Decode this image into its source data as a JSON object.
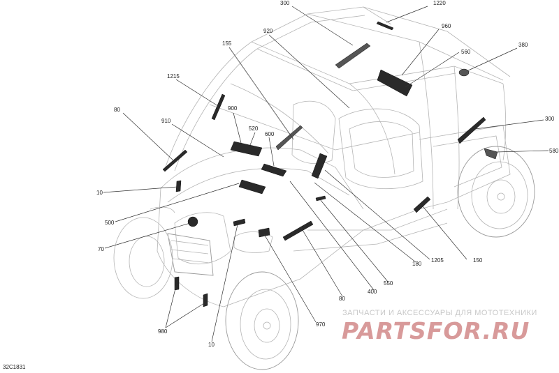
{
  "diagram": {
    "reference_code": "32C1831",
    "callouts": [
      "300",
      "1220",
      "920",
      "960",
      "155",
      "560",
      "380",
      "1215",
      "900",
      "80",
      "520",
      "600",
      "910",
      "300",
      "580",
      "10",
      "500",
      "70",
      "1205",
      "180",
      "150",
      "550",
      "400",
      "80",
      "970",
      "980",
      "10"
    ]
  },
  "watermark": {
    "line1": "ЗАПЧАСТИ И АКСЕССУАРЫ ДЛЯ МОТОТЕХНИКИ",
    "line2": "PARTSFOR.RU"
  }
}
